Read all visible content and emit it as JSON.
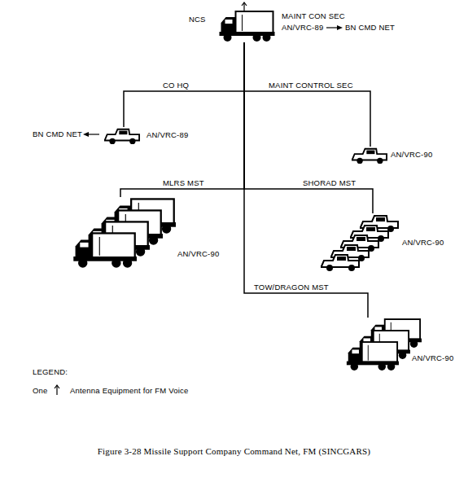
{
  "diagram": {
    "caption": "Figure 3-28 Missile Support Company Command Net, FM (SINCGARS)",
    "nodes": [
      {
        "text": [
          "NCS",
          "MAINT CON SEC",
          "AN/VRC-89"
        ]
      },
      {
        "text": [
          "AN/VRC-89"
        ]
      },
      {
        "text": [
          "AN/VRC-90"
        ]
      },
      {
        "text": [
          "AN/VRC-90"
        ]
      },
      {
        "text": [
          "AN/VRC-90"
        ]
      },
      {
        "text": [
          "AN/VRC-90"
        ]
      }
    ],
    "edges": [
      {
        "from": 0,
        "to": 1,
        "label": "CO HQ",
        "arrow": "none"
      },
      {
        "from": 0,
        "to": 2,
        "label": "MAINT CONTROL SEC",
        "arrow": "none"
      },
      {
        "from": 0,
        "to": 3,
        "label": "MLRS MST",
        "arrow": "none"
      },
      {
        "from": 0,
        "to": 4,
        "label": "SHORAD MST",
        "arrow": "none"
      },
      {
        "from": 0,
        "to": 5,
        "label": "TOW/DRAGON MST",
        "arrow": "none"
      }
    ],
    "labels": [
      "BN CMD NET",
      "BN CMD NET",
      "LEGEND:",
      "One"
    ],
    "legend": [
      {
        "text": "Antenna Equipment for FM Voice"
      }
    ]
  }
}
